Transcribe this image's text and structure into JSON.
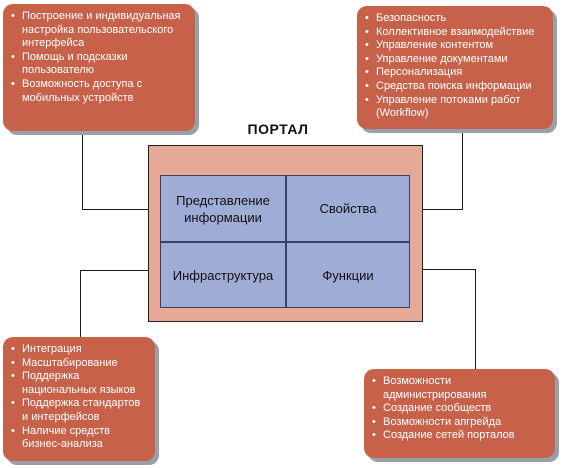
{
  "portal": {
    "title": "ПОРТАЛ",
    "cells": {
      "top_left": "Представление информации",
      "top_right": "Свойства",
      "bottom_left": "Инфраструктура",
      "bottom_right": "Функции"
    }
  },
  "callouts": {
    "top_left": [
      "Построение и индивидуальная настройка пользовательского интерфейса",
      "Помощь и подсказки пользователю",
      "Возможность доступа с мобильных устройств"
    ],
    "top_right": [
      "Безопасность",
      "Коллективное взаимодействие",
      "Управление контентом",
      "Управление документами",
      "Персонализация",
      "Средства поиска информации",
      "Управление потоками работ (Workflow)"
    ],
    "bottom_left": [
      "Интеграция",
      "Масштабирование",
      "Поддержка национальных языков",
      "Поддержка стандартов и интерфейсов",
      "Наличие средств бизнес-анализа"
    ],
    "bottom_right": [
      "Возможности администрирования",
      "Создание сообществ",
      "Возможности апгрейда",
      "Создание сетей порталов"
    ]
  },
  "colors": {
    "callout": "#c8614a",
    "portal_frame": "#e7a997",
    "grid": "#9eacd6"
  }
}
